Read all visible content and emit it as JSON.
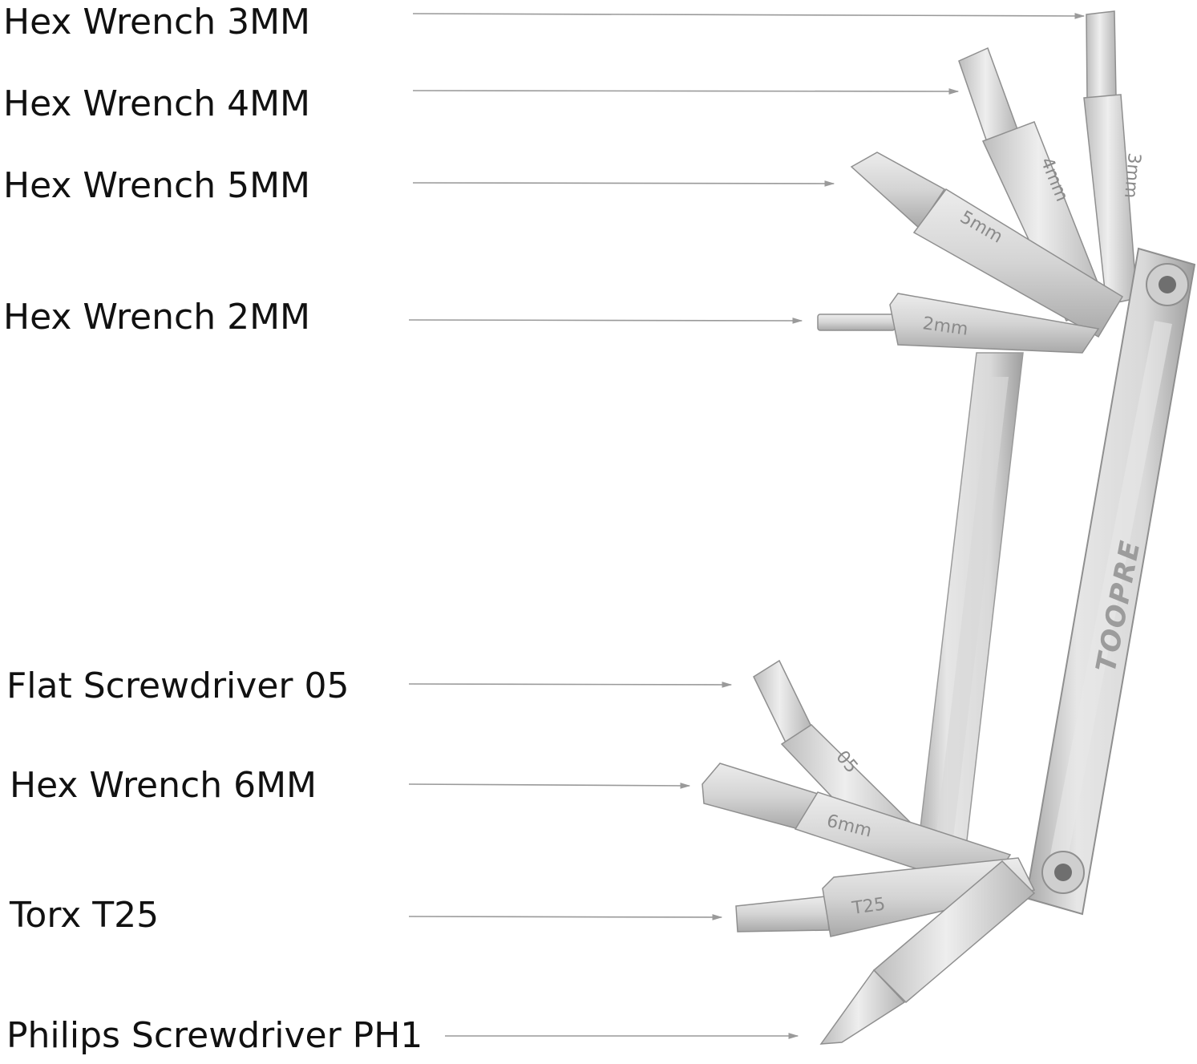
{
  "figure": {
    "labels": [
      {
        "id": "hex-3mm",
        "text": "Hex Wrench 3MM"
      },
      {
        "id": "hex-4mm",
        "text": "Hex Wrench 4MM"
      },
      {
        "id": "hex-5mm",
        "text": "Hex Wrench 5MM"
      },
      {
        "id": "hex-2mm",
        "text": "Hex Wrench 2MM"
      },
      {
        "id": "flat-05",
        "text": "Flat Screwdriver 05"
      },
      {
        "id": "hex-6mm",
        "text": "Hex Wrench 6MM"
      },
      {
        "id": "torx-t25",
        "text": "Torx T25"
      },
      {
        "id": "philips-ph1",
        "text": "Philips Screwdriver PH1"
      }
    ],
    "bit_markings": {
      "m3": "3mm",
      "m4": "4mm",
      "m5": "5mm",
      "m2": "2mm",
      "m05": "05",
      "m6": "6mm",
      "t25": "T25"
    },
    "brand": "TOOPRE"
  },
  "colors": {
    "label_text": "#111111",
    "leader_line": "#9a9a9a",
    "metal_light": "#e4e4e4",
    "metal_mid": "#c8c8c8",
    "metal_dark": "#9c9c9c",
    "engraving": "#8a8a8a"
  }
}
